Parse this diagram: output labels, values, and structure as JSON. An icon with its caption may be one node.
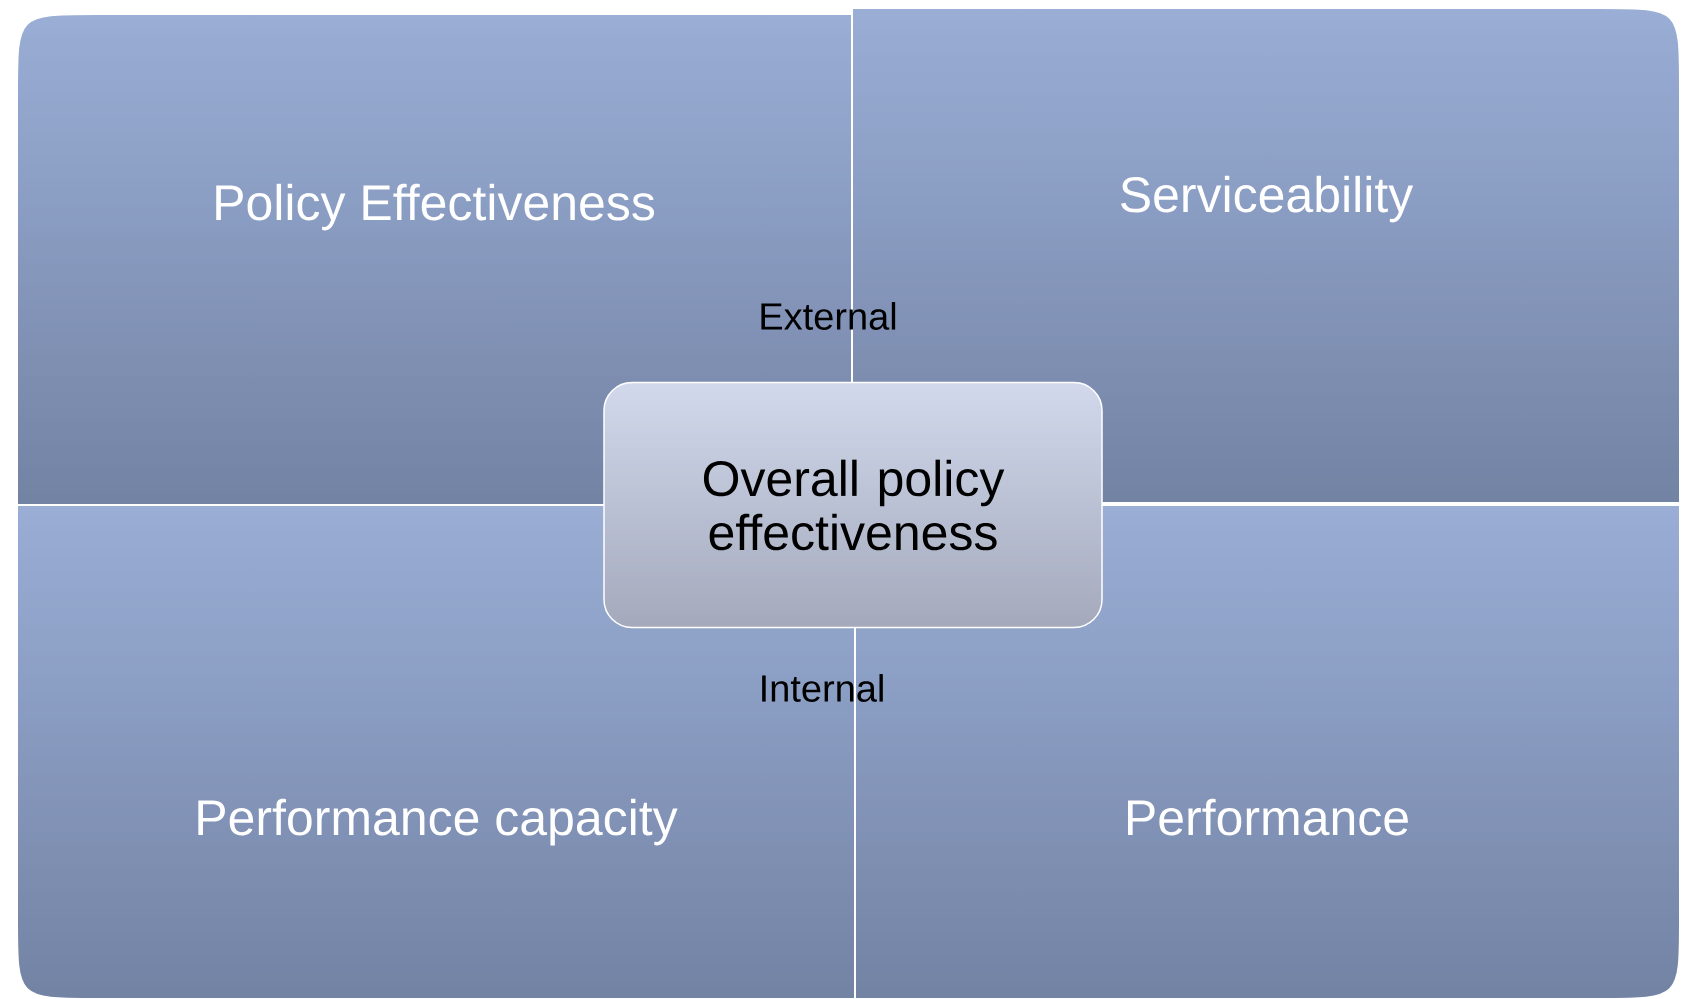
{
  "diagram": {
    "nodes": [
      {
        "text": [
          "Policy Effectiveness"
        ]
      },
      {
        "text": [
          "Serviceability"
        ]
      },
      {
        "text": [
          "Performance capacity"
        ]
      },
      {
        "text": [
          "Performance"
        ]
      },
      {
        "text": [
          "Overall policy effectiveness"
        ]
      }
    ],
    "labels": [
      "External",
      "Internal"
    ]
  }
}
